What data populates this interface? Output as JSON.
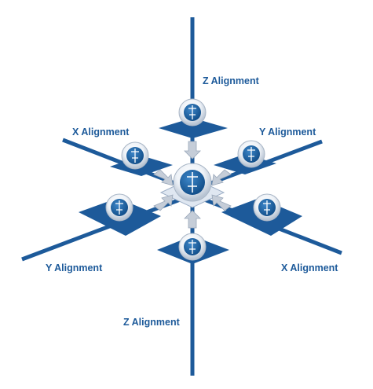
{
  "labels": {
    "z_top": "Z Alignment",
    "z_bottom": "Z Alignment",
    "x_upper_left": "X Alignment",
    "x_lower_right": "X Alignment",
    "y_upper_right": "Y Alignment",
    "y_lower_left": "Y Alignment"
  },
  "colors": {
    "axis": "#1d5a9a",
    "plate": "#1d5a9a",
    "sphere_rim": "#e8edf4",
    "sphere_core": "#1a5e9e",
    "arrow": "#c5cdd8",
    "label": "#1d5a9a"
  },
  "icons": [
    "alignment-node-icon",
    "arrow-icon"
  ]
}
